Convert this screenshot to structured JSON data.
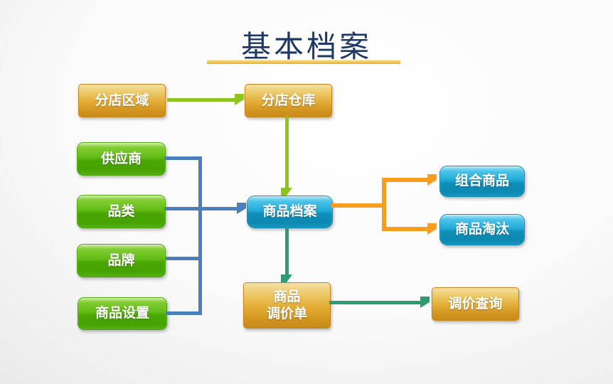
{
  "title": "基本档案",
  "diagram": {
    "branch_region": "分店区域",
    "branch_warehouse": "分店仓库",
    "supplier": "供应商",
    "category": "品类",
    "brand": "品牌",
    "product_settings": "商品设置",
    "product_archive": "商品档案",
    "combo_product": "组合商品",
    "product_obsolete": "商品淘汰",
    "price_adjust_line1": "商品",
    "price_adjust_line2": "调价单",
    "price_query": "调价查询"
  },
  "edges": [
    {
      "from": "分店区域",
      "to": "分店仓库",
      "color": "#8fc31f"
    },
    {
      "from": "分店仓库",
      "to": "商品档案",
      "color": "#8fc31f"
    },
    {
      "from": "供应商",
      "to": "商品档案",
      "color": "#4a7ebc"
    },
    {
      "from": "品类",
      "to": "商品档案",
      "color": "#4a7ebc"
    },
    {
      "from": "品牌",
      "to": "商品档案",
      "color": "#4a7ebc"
    },
    {
      "from": "商品设置",
      "to": "商品档案",
      "color": "#4a7ebc"
    },
    {
      "from": "商品档案",
      "to": "组合商品",
      "color": "#f99d1c"
    },
    {
      "from": "商品档案",
      "to": "商品淘汰",
      "color": "#f99d1c"
    },
    {
      "from": "商品档案",
      "to": "商品调价单",
      "color": "#2e9b72"
    },
    {
      "from": "商品调价单",
      "to": "调价查询",
      "color": "#2e9b72"
    }
  ],
  "colors": {
    "title_text": "#1f3864",
    "title_underline": "#eeb22a",
    "gold_node": "#dca42c",
    "green_node": "#55b013",
    "blue_node": "#1fa4d2",
    "arrow_green": "#8fc31f",
    "arrow_blue": "#4a7ebc",
    "arrow_orange": "#f99d1c",
    "arrow_teal": "#2e9b72"
  }
}
